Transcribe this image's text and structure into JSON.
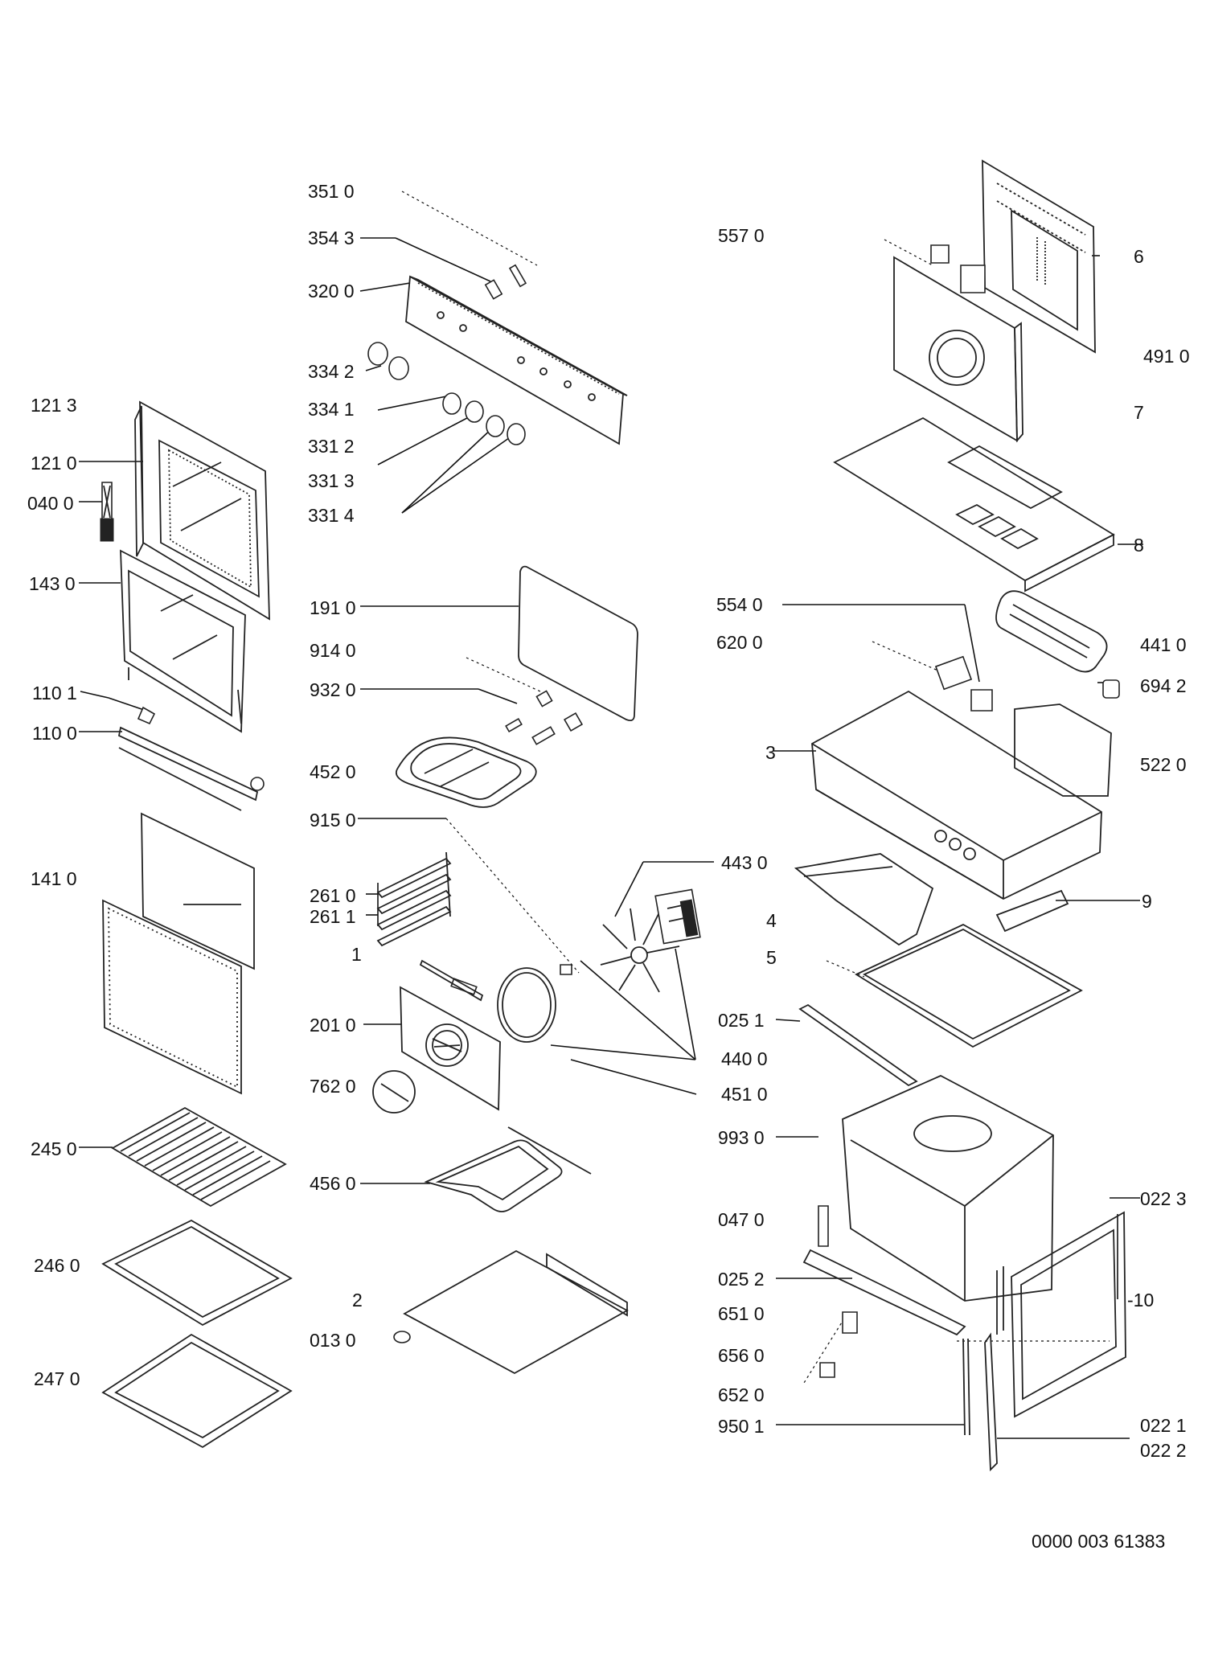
{
  "diagram": {
    "document_number": "0000 003 61383",
    "labels": {
      "p3510": "351 0",
      "p3543": "354 3",
      "p3200": "320 0",
      "p3342": "334 2",
      "p3341": "334 1",
      "p3312": "331 2",
      "p3313": "331 3",
      "p3314": "331 4",
      "p1213": "121 3",
      "p1210": "121 0",
      "p0400": "040 0",
      "p1430": "143 0",
      "p1101": "110 1",
      "p1100": "110 0",
      "p1410": "141 0",
      "p2450": "245 0",
      "p2460": "246 0",
      "p2470": "247 0",
      "p1910": "191 0",
      "p9140": "914 0",
      "p9320": "932 0",
      "p4520": "452 0",
      "p9150": "915 0",
      "p2610": "261 0",
      "p2611": "261 1",
      "n1": "1",
      "p2010": "201 0",
      "p7620": "762 0",
      "p4560": "456 0",
      "n2": "2",
      "p0130": "013 0",
      "p4430": "443 0",
      "p4400": "440 0",
      "p4510": "451 0",
      "p5570": "557 0",
      "n6": "6",
      "p4910": "491 0",
      "n7": "7",
      "n8": "8",
      "p5540": "554 0",
      "p6200": "620 0",
      "p4410": "441 0",
      "p6942": "694 2",
      "n3": "3",
      "p5220": "522 0",
      "n4": "4",
      "n5": "5",
      "n9": "9",
      "p0251": "025 1",
      "p9930": "993 0",
      "p0470": "047 0",
      "p0223": "022 3",
      "p0252": "025 2",
      "n10": "-10",
      "p6510": "651 0",
      "p6560": "656 0",
      "p6520": "652 0",
      "p9501": "950 1",
      "p0221": "022 1",
      "p0222": "022 2"
    }
  }
}
